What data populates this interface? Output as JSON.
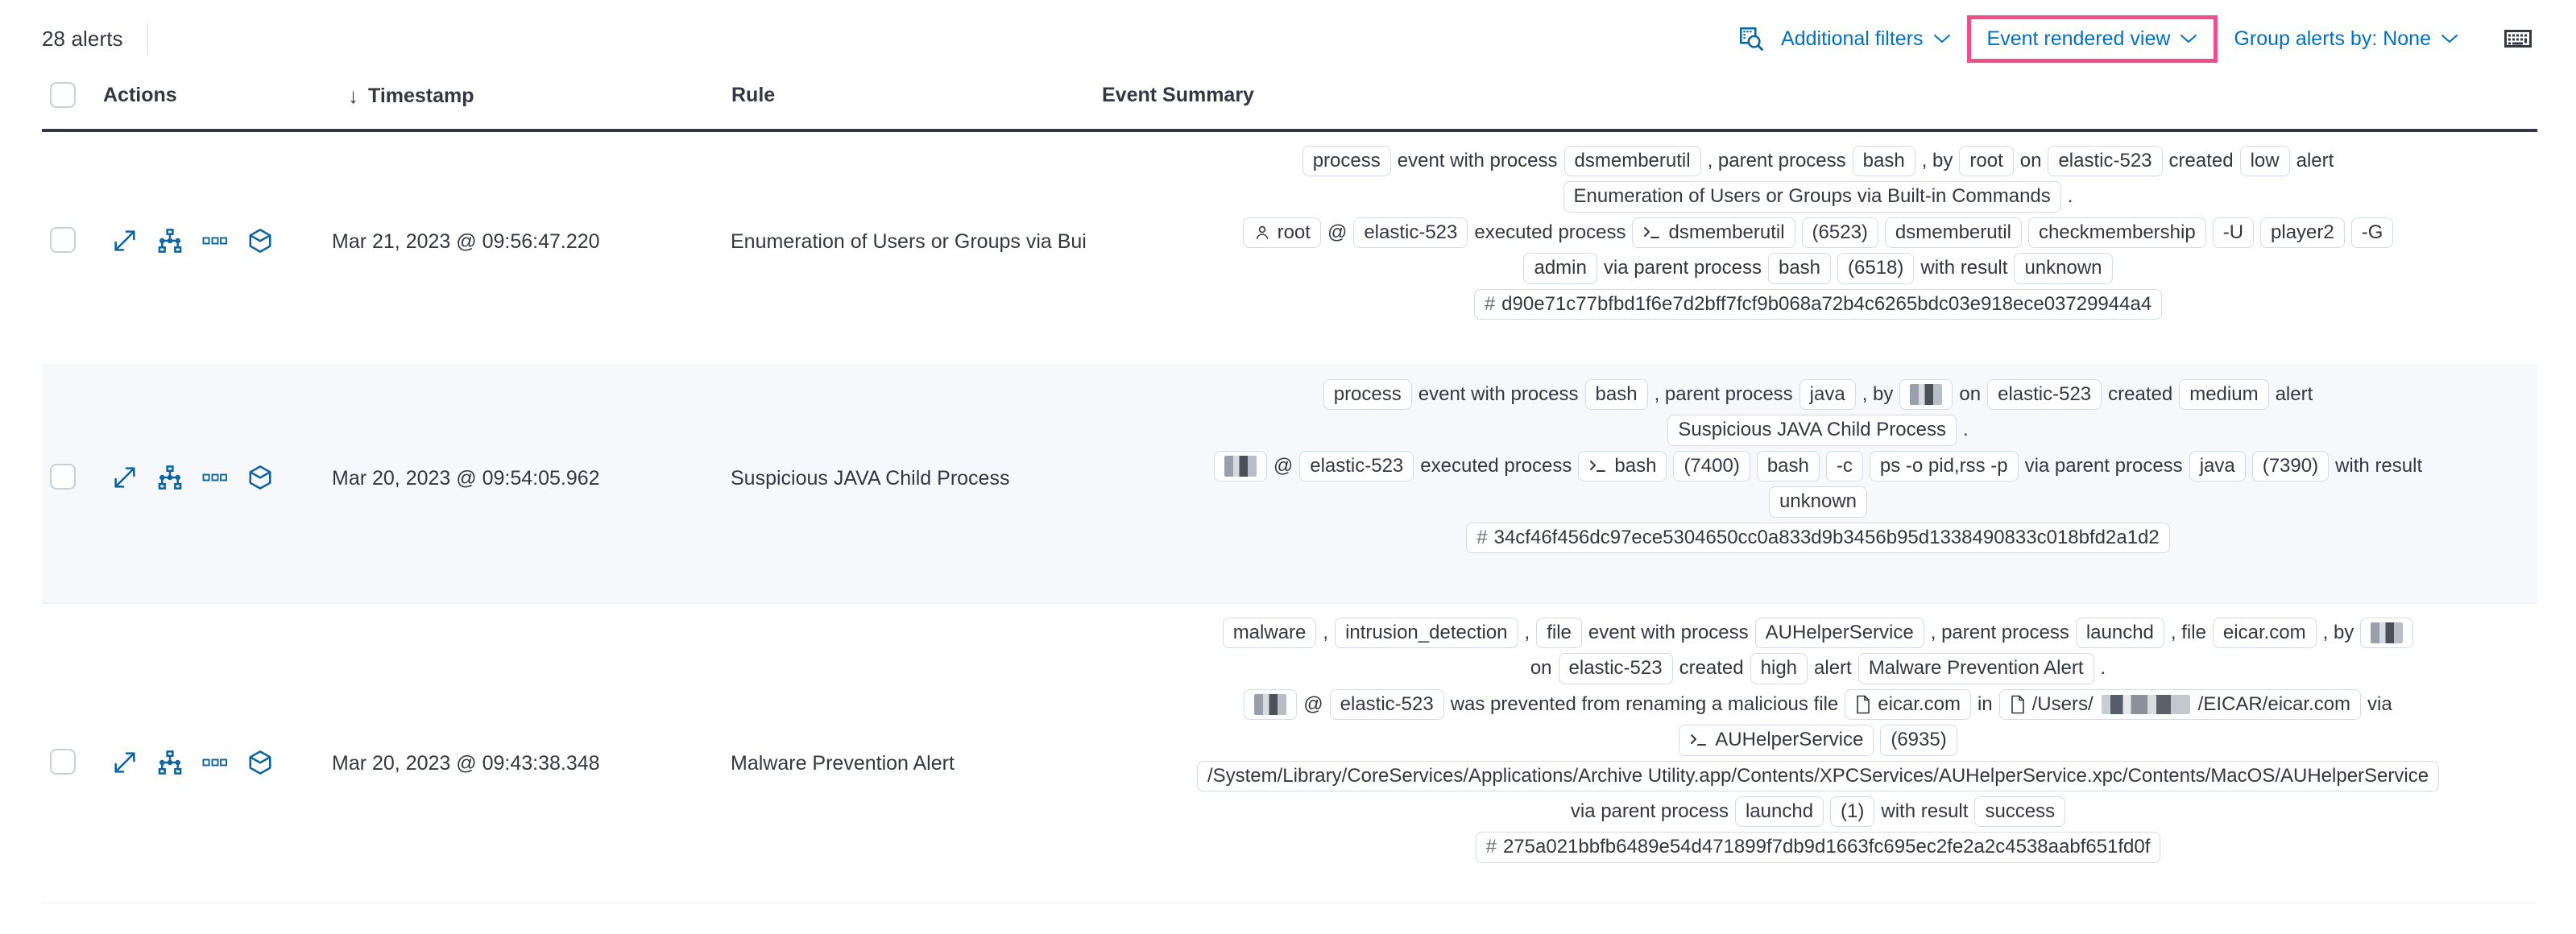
{
  "toolbar": {
    "alerts_count": "28 alerts",
    "inspect_icon": "inspect-icon",
    "additional_filters": "Additional filters",
    "view_selector": "Event rendered view",
    "group_by": "Group alerts by: None",
    "keyboard_icon": "keyboard-icon",
    "chevron": "∨",
    "highlight_color": "#ee4e8b",
    "link_color": "#0071c2"
  },
  "table": {
    "columns": {
      "actions": "Actions",
      "timestamp": "Timestamp",
      "sort_arrow": "↓",
      "rule": "Rule",
      "event_summary": "Event Summary"
    },
    "rows": [
      {
        "timestamp": "Mar 21, 2023 @ 09:56:47.220",
        "rule": "Enumeration of Users or Groups via Bui",
        "summary_lines": [
          [
            {
              "t": "chip",
              "v": "process"
            },
            {
              "t": "text",
              "v": "event with process"
            },
            {
              "t": "chip",
              "v": "dsmemberutil"
            },
            {
              "t": "text",
              "v": ", parent process"
            },
            {
              "t": "chip",
              "v": "bash"
            },
            {
              "t": "text",
              "v": ", by"
            },
            {
              "t": "chip",
              "v": "root"
            },
            {
              "t": "text",
              "v": "on"
            },
            {
              "t": "chip",
              "v": "elastic-523"
            },
            {
              "t": "text",
              "v": "created"
            },
            {
              "t": "chip",
              "v": "low"
            },
            {
              "t": "text",
              "v": "alert"
            }
          ],
          [
            {
              "t": "chip",
              "v": "Enumeration of Users or Groups via Built-in Commands"
            },
            {
              "t": "text",
              "v": "."
            }
          ],
          [
            {
              "t": "chip-user",
              "v": "root"
            },
            {
              "t": "text",
              "v": "@"
            },
            {
              "t": "chip",
              "v": "elastic-523"
            },
            {
              "t": "text",
              "v": "executed process"
            },
            {
              "t": "chip-proc",
              "v": "dsmemberutil"
            },
            {
              "t": "chip",
              "v": "(6523)"
            },
            {
              "t": "chip",
              "v": "dsmemberutil"
            },
            {
              "t": "chip",
              "v": "checkmembership"
            },
            {
              "t": "chip",
              "v": "-U"
            },
            {
              "t": "chip",
              "v": "player2"
            },
            {
              "t": "chip",
              "v": "-G"
            }
          ],
          [
            {
              "t": "chip",
              "v": "admin"
            },
            {
              "t": "text",
              "v": "via parent process"
            },
            {
              "t": "chip",
              "v": "bash"
            },
            {
              "t": "chip",
              "v": "(6518)"
            },
            {
              "t": "text",
              "v": "with result"
            },
            {
              "t": "chip",
              "v": "unknown"
            }
          ],
          [
            {
              "t": "chip-hash",
              "v": "d90e71c77bfbd1f6e7d2bff7fcf9b068a72b4c6265bdc03e918ece03729944a4"
            }
          ]
        ]
      },
      {
        "timestamp": "Mar 20, 2023 @ 09:54:05.962",
        "rule": "Suspicious JAVA Child Process",
        "summary_lines": [
          [
            {
              "t": "chip",
              "v": "process"
            },
            {
              "t": "text",
              "v": "event with process"
            },
            {
              "t": "chip",
              "v": "bash"
            },
            {
              "t": "text",
              "v": ", parent process"
            },
            {
              "t": "chip",
              "v": "java"
            },
            {
              "t": "text",
              "v": ", by"
            },
            {
              "t": "chip-redacted",
              "v": ""
            },
            {
              "t": "text",
              "v": "on"
            },
            {
              "t": "chip",
              "v": "elastic-523"
            },
            {
              "t": "text",
              "v": "created"
            },
            {
              "t": "chip",
              "v": "medium"
            },
            {
              "t": "text",
              "v": "alert"
            }
          ],
          [
            {
              "t": "chip",
              "v": "Suspicious JAVA Child Process"
            },
            {
              "t": "text",
              "v": "."
            }
          ],
          [
            {
              "t": "chip-redacted",
              "v": ""
            },
            {
              "t": "text",
              "v": "@"
            },
            {
              "t": "chip",
              "v": "elastic-523"
            },
            {
              "t": "text",
              "v": "executed process"
            },
            {
              "t": "chip-proc",
              "v": "bash"
            },
            {
              "t": "chip",
              "v": "(7400)"
            },
            {
              "t": "chip",
              "v": "bash"
            },
            {
              "t": "chip",
              "v": "-c"
            },
            {
              "t": "chip",
              "v": "ps -o pid,rss -p"
            },
            {
              "t": "text",
              "v": "via parent process"
            },
            {
              "t": "chip",
              "v": "java"
            },
            {
              "t": "chip",
              "v": "(7390)"
            },
            {
              "t": "text",
              "v": "with result"
            }
          ],
          [
            {
              "t": "chip",
              "v": "unknown"
            }
          ],
          [
            {
              "t": "chip-hash",
              "v": "34cf46f456dc97ece5304650cc0a833d9b3456b95d1338490833c018bfd2a1d2"
            }
          ]
        ]
      },
      {
        "timestamp": "Mar 20, 2023 @ 09:43:38.348",
        "rule": "Malware Prevention Alert",
        "summary_lines": [
          [
            {
              "t": "chip",
              "v": "malware"
            },
            {
              "t": "text",
              "v": ","
            },
            {
              "t": "chip",
              "v": "intrusion_detection"
            },
            {
              "t": "text",
              "v": ","
            },
            {
              "t": "chip",
              "v": "file"
            },
            {
              "t": "text",
              "v": "event with process"
            },
            {
              "t": "chip",
              "v": "AUHelperService"
            },
            {
              "t": "text",
              "v": ", parent process"
            },
            {
              "t": "chip",
              "v": "launchd"
            },
            {
              "t": "text",
              "v": ", file"
            },
            {
              "t": "chip",
              "v": "eicar.com"
            },
            {
              "t": "text",
              "v": ", by"
            },
            {
              "t": "chip-redacted",
              "v": ""
            }
          ],
          [
            {
              "t": "text",
              "v": "on"
            },
            {
              "t": "chip",
              "v": "elastic-523"
            },
            {
              "t": "text",
              "v": "created"
            },
            {
              "t": "chip",
              "v": "high"
            },
            {
              "t": "text",
              "v": "alert"
            },
            {
              "t": "chip",
              "v": "Malware Prevention Alert"
            },
            {
              "t": "text",
              "v": "."
            }
          ],
          [
            {
              "t": "chip-redacted",
              "v": ""
            },
            {
              "t": "text",
              "v": "@"
            },
            {
              "t": "chip",
              "v": "elastic-523"
            },
            {
              "t": "text",
              "v": "was prevented from renaming a malicious file"
            },
            {
              "t": "chip-file",
              "v": "eicar.com"
            },
            {
              "t": "text",
              "v": "in"
            },
            {
              "t": "chip-file-redacted",
              "v": "/Users/",
              "v2": "/EICAR/eicar.com"
            },
            {
              "t": "text",
              "v": "via"
            }
          ],
          [
            {
              "t": "chip-proc",
              "v": "AUHelperService"
            },
            {
              "t": "chip",
              "v": "(6935)"
            }
          ],
          [
            {
              "t": "chip",
              "v": "/System/Library/CoreServices/Applications/Archive Utility.app/Contents/XPCServices/AUHelperService.xpc/Contents/MacOS/AUHelperService"
            }
          ],
          [
            {
              "t": "text",
              "v": "via parent process"
            },
            {
              "t": "chip",
              "v": "launchd"
            },
            {
              "t": "chip",
              "v": "(1)"
            },
            {
              "t": "text",
              "v": "with result"
            },
            {
              "t": "chip",
              "v": "success"
            }
          ],
          [
            {
              "t": "chip-hash",
              "v": "275a021bbfb6489e54d471899f7db9d1663fc695ec2fe2a2c4538aabf651fd0f"
            }
          ]
        ]
      }
    ],
    "row_action_icons": [
      "expand-icon",
      "session-view-icon",
      "more-actions-icon",
      "analyzer-cube-icon"
    ]
  }
}
